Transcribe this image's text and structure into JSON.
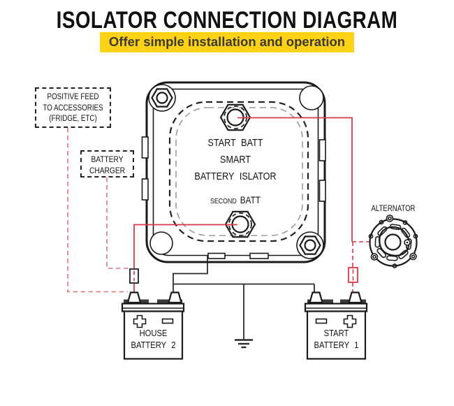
{
  "header": {
    "title": "ISOLATOR CONNECTION DIAGRAM",
    "subtitle": "Offer simple installation and operation"
  },
  "boxes": {
    "positive_feed": {
      "lines": [
        "POSITIVE FEED",
        "TO ACCESSORIES",
        "(FRIDGE, ETC)"
      ]
    },
    "battery_charger": {
      "lines": [
        "BATTERY",
        "CHARGER"
      ]
    }
  },
  "isolator": {
    "line1": "START BATT",
    "line2": "SMART",
    "line3": "BATTERY ISLATOR",
    "line4_small": "SECOND",
    "line4_large": "BATT"
  },
  "alternator": {
    "label": "ALTERNATOR"
  },
  "batteries": {
    "house": {
      "lines": [
        "HOUSE",
        "BATTERY 2"
      ]
    },
    "start": {
      "lines": [
        "START",
        "BATTERY 1"
      ]
    }
  },
  "icons": {
    "terminal_hex": "hex-terminal-icon",
    "corner_screw": "screw-icon",
    "fuse": "fuse-icon",
    "ground": "ground-icon",
    "plus": "plus-terminal-icon",
    "minus": "minus-terminal-icon",
    "alternator": "alternator-icon",
    "battery": "battery-icon"
  },
  "theme": {
    "banner_bg": "#fdd116",
    "banner_text": "#3b3b33",
    "wire_red": "#d93844",
    "wire_red_dashed": "#e2707b",
    "wire_black": "#2b2b2b",
    "line_black": "#1a1a1a",
    "dash_gray": "#9a9a9a",
    "pad_dark": "#3a3a3a"
  }
}
